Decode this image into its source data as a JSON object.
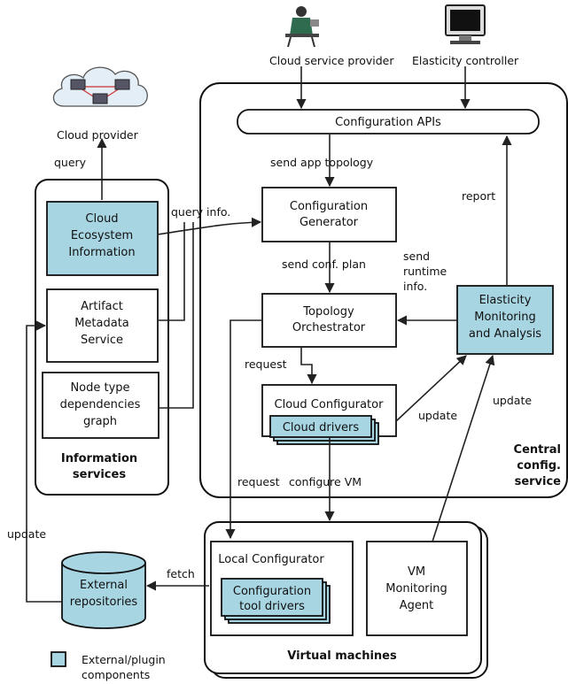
{
  "colors": {
    "external": "#a8d5e2",
    "stroke": "#111111",
    "background": "#ffffff"
  },
  "nodes": {
    "cloud_service_provider": "Cloud service provider",
    "elasticity_controller": "Elasticity controller",
    "cloud_provider": "Cloud provider",
    "configuration_apis": "Configuration APIs",
    "configuration_generator": [
      "Configuration",
      "Generator"
    ],
    "topology_orchestrator": [
      "Topology",
      "Orchestrator"
    ],
    "cloud_configurator": "Cloud Configurator",
    "cloud_drivers": "Cloud drivers",
    "elasticity_monitoring": [
      "Elasticity",
      "Monitoring",
      "and Analysis"
    ],
    "cloud_ecosystem_info": [
      "Cloud",
      "Ecosystem",
      "Information"
    ],
    "artifact_metadata": [
      "Artifact",
      "Metadata",
      "Service"
    ],
    "node_type_deps": [
      "Node type",
      "dependencies",
      "graph"
    ],
    "local_configurator": "Local Configurator",
    "config_tool_drivers": [
      "Configuration",
      "tool drivers"
    ],
    "vm_monitoring_agent": [
      "VM",
      "Monitoring",
      "Agent"
    ],
    "external_repositories": [
      "External",
      "repositories"
    ]
  },
  "groups": {
    "information_services": [
      "Information",
      "services"
    ],
    "central_config_service": [
      "Central",
      "config.",
      "service"
    ],
    "virtual_machines": "Virtual machines"
  },
  "edges": {
    "query": "query",
    "query_info": "query info.",
    "send_app_topology": "send app topology",
    "send_conf_plan": "send conf. plan",
    "send_runtime_info": [
      "send",
      "runtime",
      "info."
    ],
    "report": "report",
    "request_cloud": "request",
    "request_local": "request",
    "update_cloud_conf": "update",
    "update_vm": "update",
    "configure_vm": "configure VM",
    "fetch": "fetch",
    "update_repo": "update"
  },
  "legend": {
    "label": [
      "External/plugin",
      "components"
    ]
  }
}
